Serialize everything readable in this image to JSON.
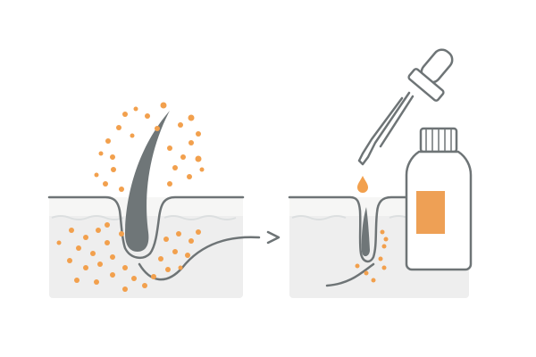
{
  "colors": {
    "skin_fill": "#eeeeee",
    "skin_band": "#f6f6f5",
    "outline": "#6e7476",
    "hair": "#6f7678",
    "accent": "#f2a04d",
    "label": "#eea055",
    "wave": "#dcdfe0"
  },
  "panels": [
    {
      "name": "before-treatment",
      "state": "irritated follicle with scattered particles"
    },
    {
      "name": "after-treatment",
      "state": "calm follicle with serum drop applied"
    }
  ],
  "icons": [
    "hair-strand-icon",
    "follicle-icon",
    "arrow-right-icon",
    "dropper-icon",
    "serum-bottle-icon",
    "serum-drop-icon"
  ]
}
